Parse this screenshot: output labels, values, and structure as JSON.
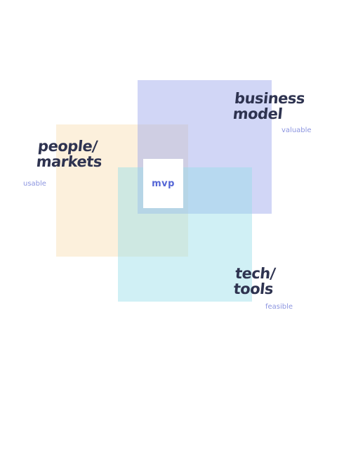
{
  "colors": {
    "heading_text": "#2e3350",
    "qualifier_text": "#8c95e0",
    "mvp_text": "#5566d6",
    "people_area": "#f8deb2",
    "business_area": "#98a4ec",
    "tech_area": "#96dee8"
  },
  "areas": {
    "business": {
      "label": "business\nmodel",
      "qualifier": "valuable"
    },
    "people": {
      "label": "people/\nmarkets",
      "qualifier": "usable"
    },
    "tech": {
      "label": "tech/\ntools",
      "qualifier": "feasible"
    }
  },
  "center": {
    "label": "mvp"
  }
}
